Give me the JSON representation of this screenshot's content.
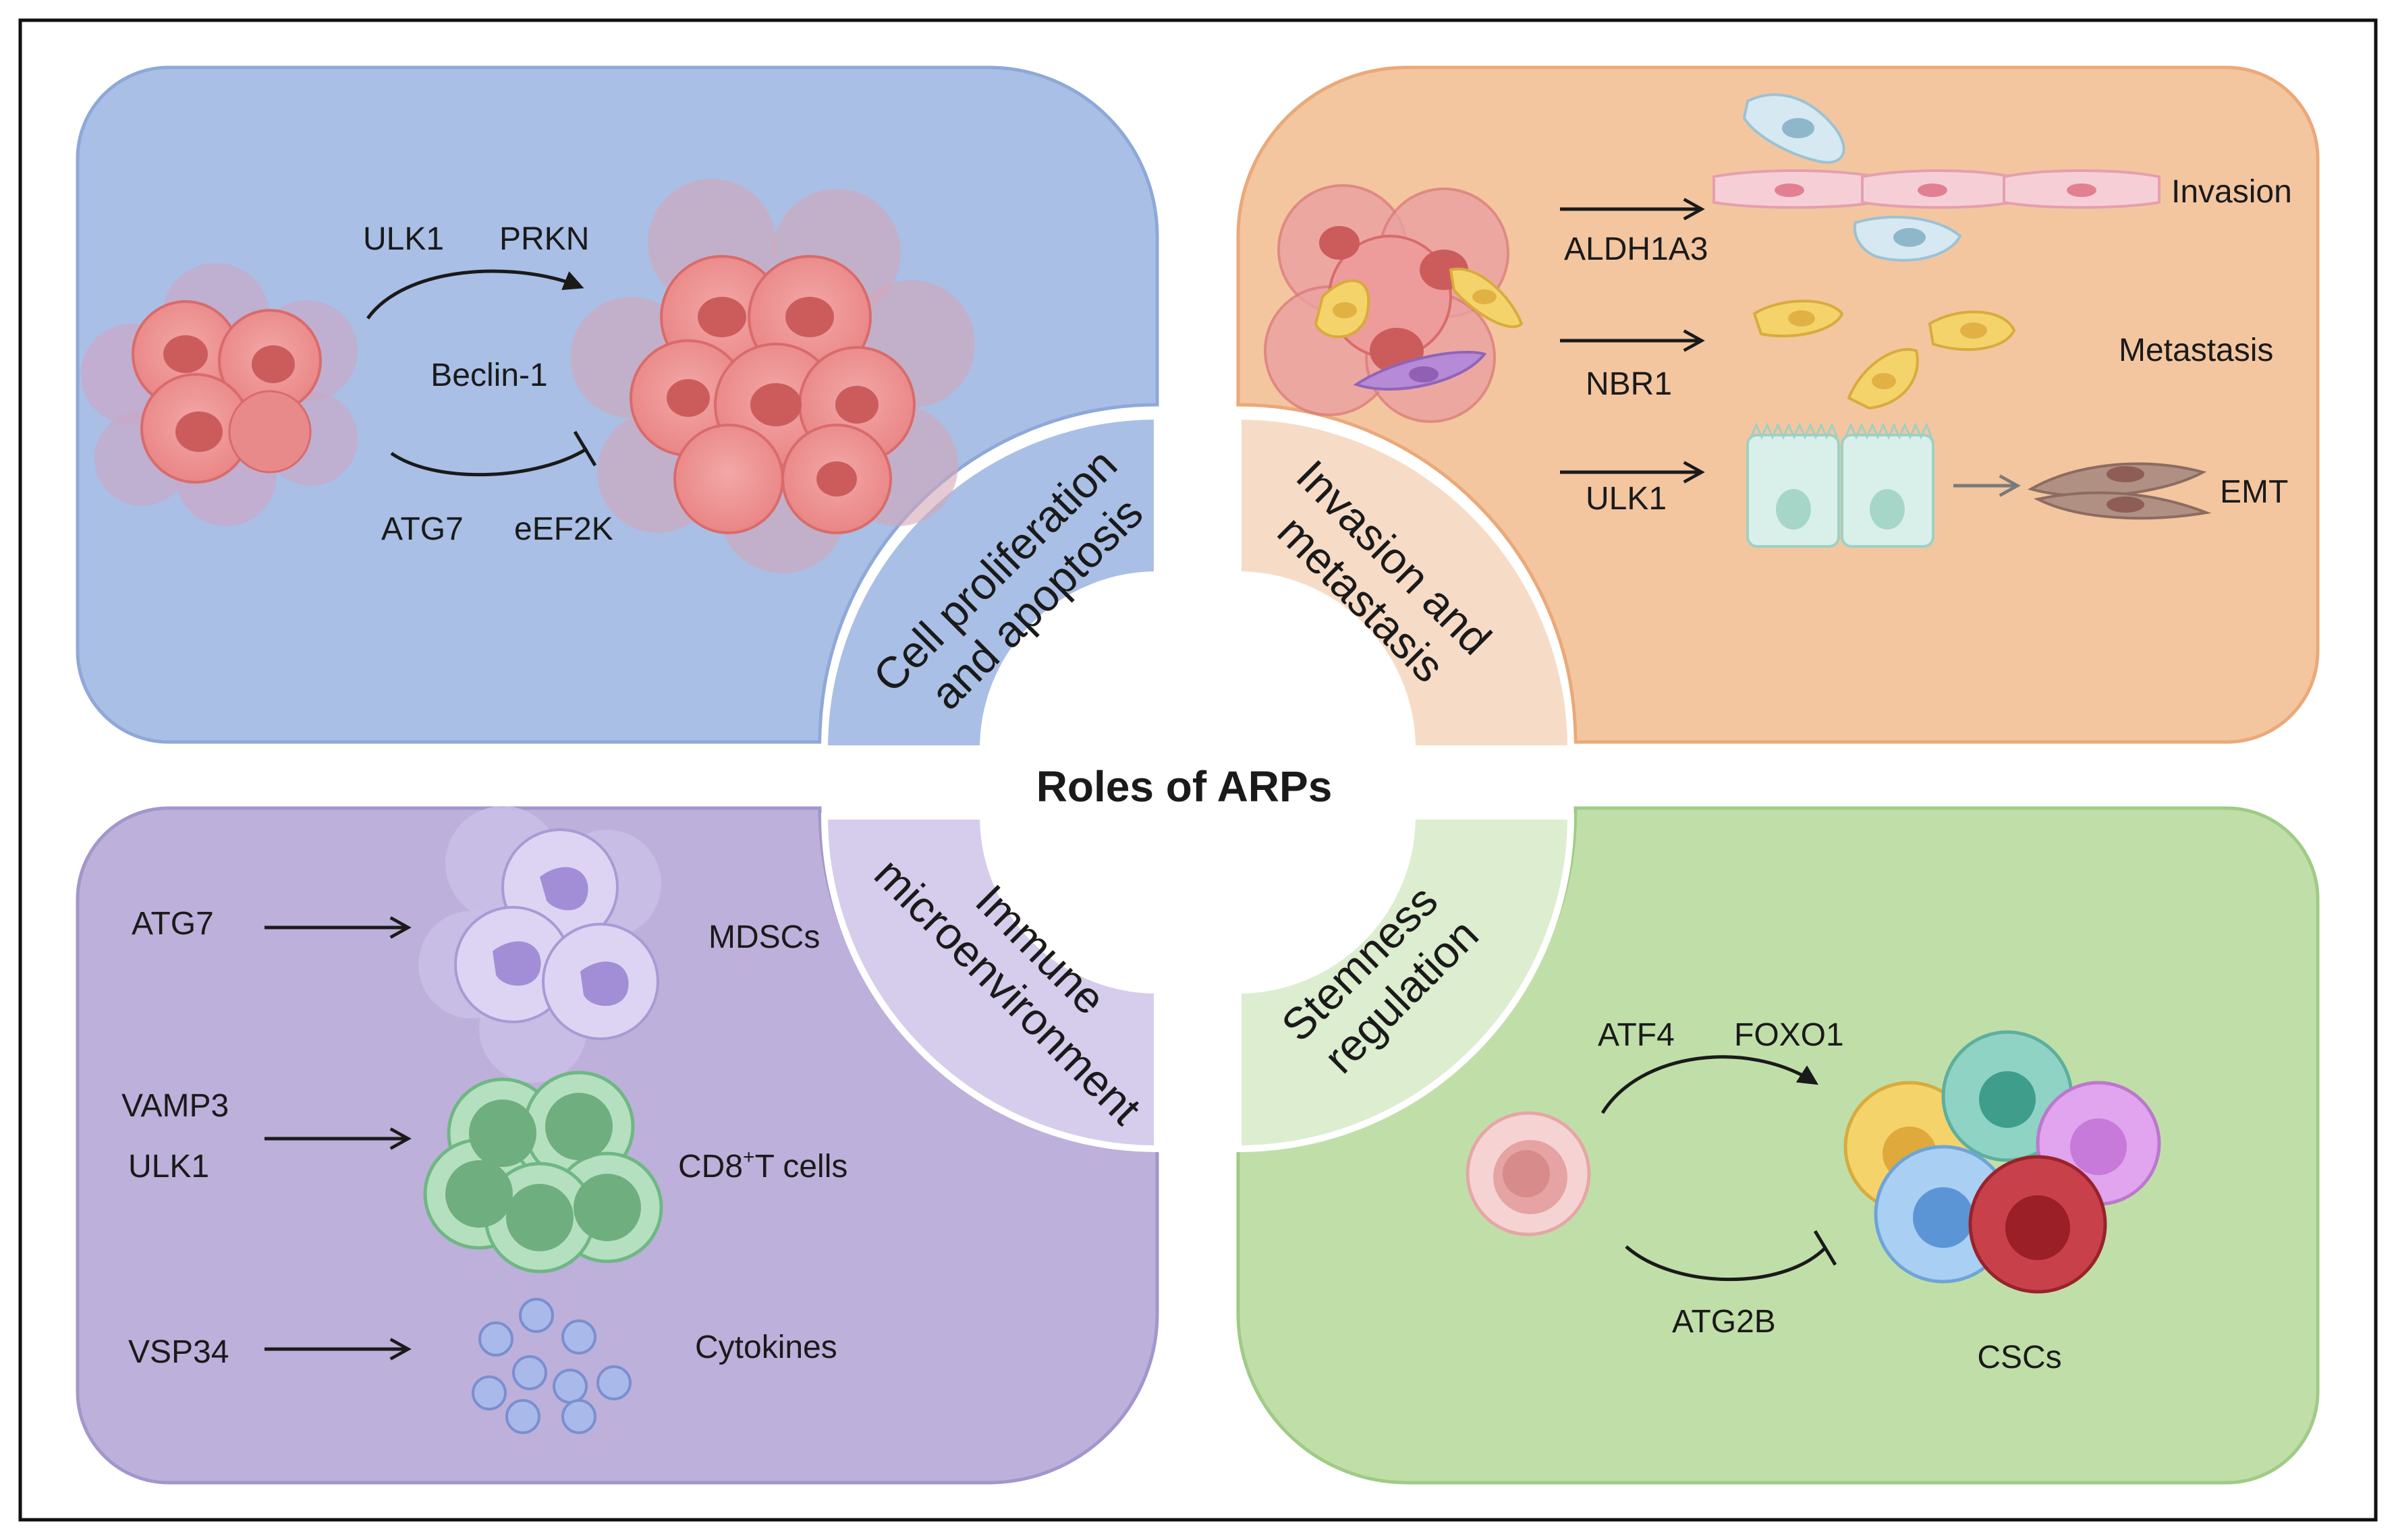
{
  "center_title": "Roles of ARPs",
  "colors": {
    "proliferation": "#a9bfe5",
    "proliferation_border": "#8ea8d8",
    "invasion": "#f3c6a0",
    "invasion_border": "#eaa979",
    "immune": "#bdb0da",
    "immune_border": "#a396cc",
    "stemness": "#c0dfa8",
    "stemness_border": "#9fcb86"
  },
  "quadrants": {
    "proliferation": {
      "arc_line1": "Cell proliferation",
      "arc_line2": "and apoptosis",
      "top_left_label": "ULK1",
      "top_right_label": "PRKN",
      "middle_label": "Beclin-1",
      "bottom_left_label": "ATG7",
      "bottom_right_label": "eEF2K"
    },
    "invasion": {
      "arc_line1": "Invasion and",
      "arc_line2": "metastasis",
      "rows": [
        {
          "regulator": "ALDH1A3",
          "outcome": "Invasion"
        },
        {
          "regulator": "NBR1",
          "outcome": "Metastasis"
        },
        {
          "regulator": "ULK1",
          "outcome": "EMT"
        }
      ]
    },
    "immune": {
      "arc_line1": "Immune",
      "arc_line2": "microenvironment",
      "rows": [
        {
          "regulator": "ATG7",
          "target": "MDSCs"
        },
        {
          "regulator_line1": "VAMP3",
          "regulator_line2": "ULK1",
          "target_prefix": "CD8",
          "target_sup": "+",
          "target_suffix": "T cells"
        },
        {
          "regulator": "VSP34",
          "target": "Cytokines"
        }
      ]
    },
    "stemness": {
      "arc_line1": "Stemness",
      "arc_line2": "regulation",
      "top_left_label": "ATF4",
      "top_right_label": "FOXO1",
      "bottom_label": "ATG2B",
      "target": "CSCs"
    }
  }
}
